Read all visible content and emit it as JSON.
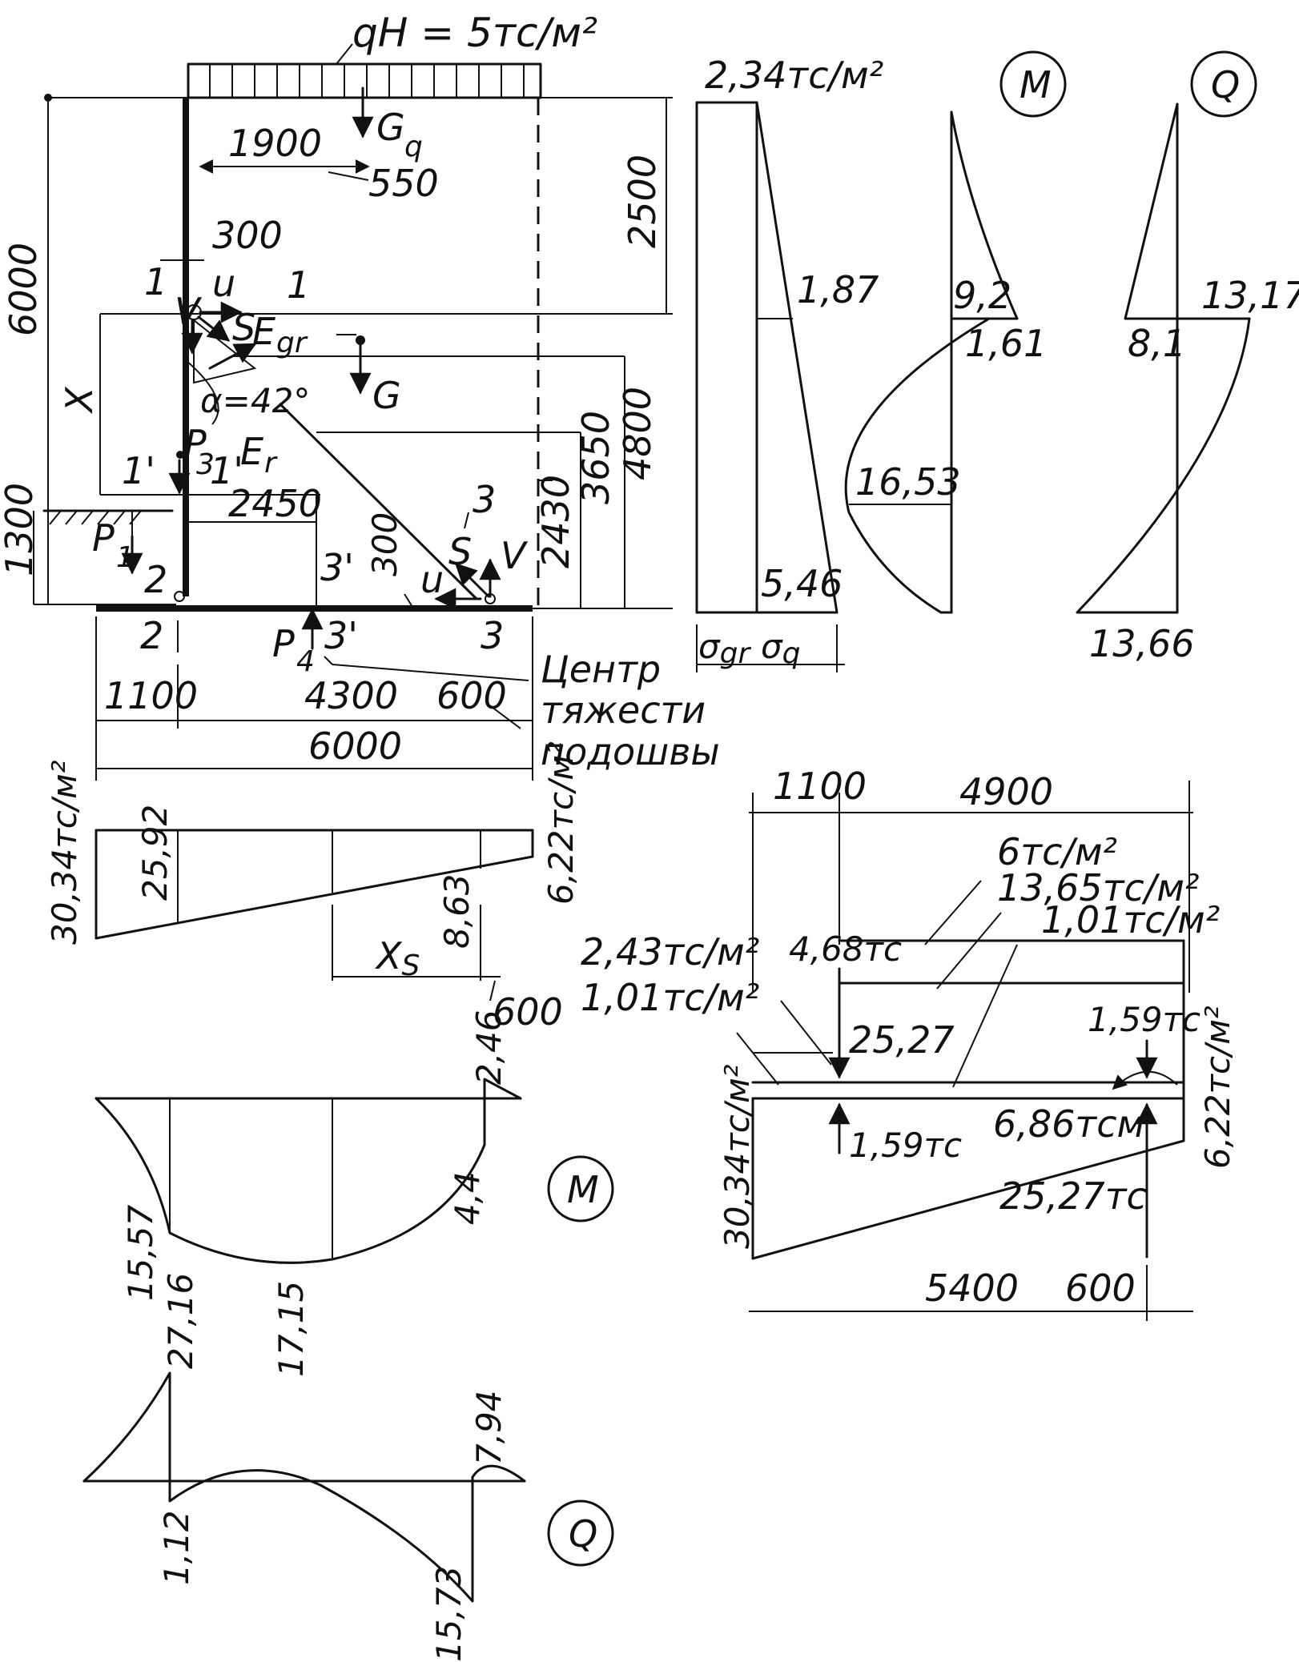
{
  "load_q": "qН = 5тс/м²",
  "top_pressure": "2,34тс/м²",
  "circles": {
    "M_top": "M",
    "Q_top": "Q",
    "M_bottom": "M",
    "Q_bottom": "Q"
  },
  "labels": {
    "Gq": "G",
    "Gq_sub": "q",
    "G": "G",
    "U": "u",
    "V": "V",
    "S": "S",
    "Egr": "E",
    "Egr_sub": "gr",
    "Er": "E",
    "Er_sub": "r",
    "alpha": "α=42°",
    "P3": "P",
    "P3_sub": "3",
    "P1": "P",
    "P1_sub": "1",
    "P4": "P",
    "P4_sub": "4",
    "X": "X",
    "Xs": "X",
    "Xs_sub": "S",
    "S_right": "S",
    "V_right": "V",
    "U_right": "u",
    "sec1": "1",
    "sec1b": "1",
    "sec1p": "1'",
    "sec1pb": "1'",
    "sec2": "2",
    "sec2b": "2",
    "sec3": "3",
    "sec3b": "3",
    "sec3p": "3'",
    "sec3pb": "3'",
    "sigma_gr": "σ",
    "sigma_gr_sub": "gr",
    "sigma_q": "σ",
    "sigma_q_sub": "q"
  },
  "center_label": [
    "Центр",
    "тяжести",
    "подошвы"
  ],
  "dims": {
    "d1900": "1900",
    "d550": "550",
    "d300a": "300",
    "d6000v": "6000",
    "d2500": "2500",
    "d2450": "2450",
    "d1300": "1300",
    "d300b": "300",
    "d2430": "2430",
    "d3650": "3650",
    "d4800": "4800",
    "d1100": "1100",
    "d4300": "4300",
    "d600a": "600",
    "d6000h": "6000",
    "d600b": "600",
    "d1100b": "1100",
    "d4900": "4900",
    "d5400": "5400",
    "d600c": "600"
  },
  "pressure_diagram": {
    "v1": "1,87",
    "v2": "5,46"
  },
  "moment_wall": {
    "v1": "9,2",
    "v2": "1,61",
    "v3": "16,53"
  },
  "shear_wall": {
    "v1": "13,17",
    "v2": "8,1",
    "v3": "13,66"
  },
  "soil_pressure": {
    "left": "30,34тс/м²",
    "mid": "25,92",
    "right": "6,22тс/м²",
    "v2": "8,63"
  },
  "moment_base": {
    "v1": "2,46",
    "v2": "15,57",
    "v3": "27,16",
    "v4": "17,15",
    "v5": "4,4"
  },
  "shear_base": {
    "v1": "7,94",
    "v2": "1,12",
    "v3": "15,73"
  },
  "loads_scheme": {
    "l1": "6тс/м²",
    "l2": "13,65тс/м²",
    "l3": "1,01тс/м²",
    "l4": "2,43тс/м²",
    "l5": "4,68тс",
    "l6": "1,01тс/м²",
    "l7": "25,27",
    "l8": "1,59тс",
    "l9": "6,86тсм",
    "l10": "1,59тс",
    "l11": "25,27тс",
    "l12": "30,34тс/м²",
    "l13": "6,22тс/м²"
  }
}
